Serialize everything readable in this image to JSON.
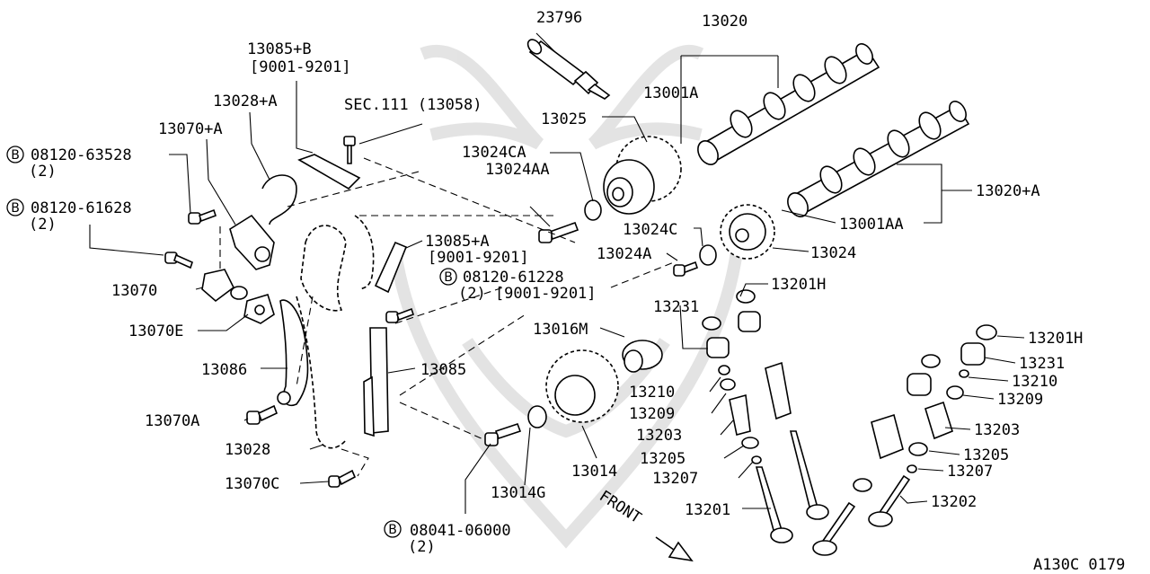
{
  "diagram_id": "A130C 0179",
  "labels": {
    "p23796": "23796",
    "p13020": "13020",
    "p13085b": "13085+B",
    "p13085b_range": "[9001-9201]",
    "p13028a": "13028+A",
    "sec111": "SEC.111 (13058)",
    "p13070a_plus": "13070+A",
    "bolt1": "08120-63528",
    "bolt1_qty": "(2)",
    "bolt2": "08120-61628",
    "bolt2_qty": "(2)",
    "p13001a": "13001A",
    "p13025": "13025",
    "p13024ca": "13024CA",
    "p13024aa": "13024AA",
    "p13020a": "13020+A",
    "p13001aa": "13001AA",
    "p13024c": "13024C",
    "p13024": "13024",
    "p13024a": "13024A",
    "p13085a": "13085+A",
    "p13085a_range": "[9001-9201]",
    "bolt3": "08120-61228",
    "bolt3_qty": "(2) [9001-9201]",
    "p13201h_1": "13201H",
    "p13070": "13070",
    "p13231_1": "13231",
    "p13070e": "13070E",
    "p13016m": "13016M",
    "p13201h_2": "13201H",
    "p13231_2": "13231",
    "p13086": "13086",
    "p13085": "13085",
    "p13210_2": "13210",
    "p13210_1": "13210",
    "p13209_2": "13209",
    "p13209_1": "13209",
    "p13070a": "13070A",
    "p13203_2": "13203",
    "p13203_1": "13203",
    "p13205_2": "13205",
    "p13028": "13028",
    "p13205_1": "13205",
    "p13014": "13014",
    "p13207_2": "13207",
    "p13207_1": "13207",
    "p13070c": "13070C",
    "p13014g": "13014G",
    "p13201": "13201",
    "p13202": "13202",
    "bolt4": "08041-06000",
    "bolt4_qty": "(2)",
    "front": "FRONT",
    "b_marker": "B"
  }
}
